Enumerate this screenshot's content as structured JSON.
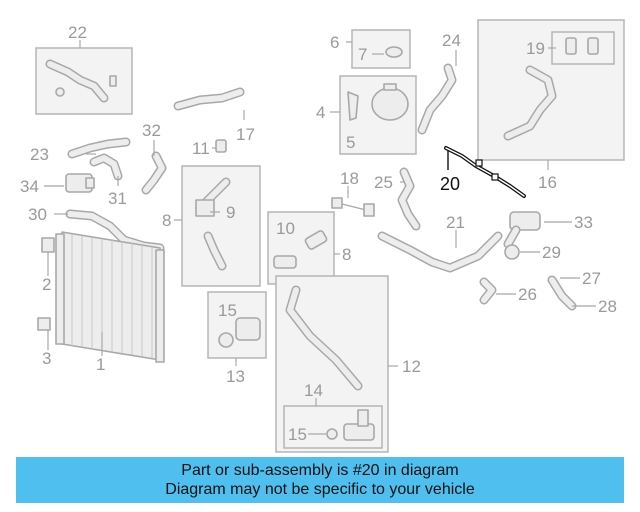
{
  "callouts": {
    "c1": "1",
    "c2": "2",
    "c3": "3",
    "c4": "4",
    "c5": "5",
    "c6": "6",
    "c7": "7",
    "c8a": "8",
    "c8b": "8",
    "c9": "9",
    "c10": "10",
    "c11": "11",
    "c12": "12",
    "c13": "13",
    "c14": "14",
    "c15a": "15",
    "c15b": "15",
    "c16": "16",
    "c17": "17",
    "c18": "18",
    "c19": "19",
    "c20": "20",
    "c21": "21",
    "c22": "22",
    "c23": "23",
    "c24": "24",
    "c25": "25",
    "c26": "26",
    "c27": "27",
    "c28": "28",
    "c29": "29",
    "c30": "30",
    "c31": "31",
    "c32": "32",
    "c33": "33",
    "c34": "34"
  },
  "banner": {
    "line1": "Part or sub-assembly is #20 in diagram",
    "line2": "Diagram may not be specific to your vehicle"
  },
  "colors": {
    "banner": "#4fbfef",
    "highlight": "#111111",
    "parts": "#a8a8a8"
  }
}
